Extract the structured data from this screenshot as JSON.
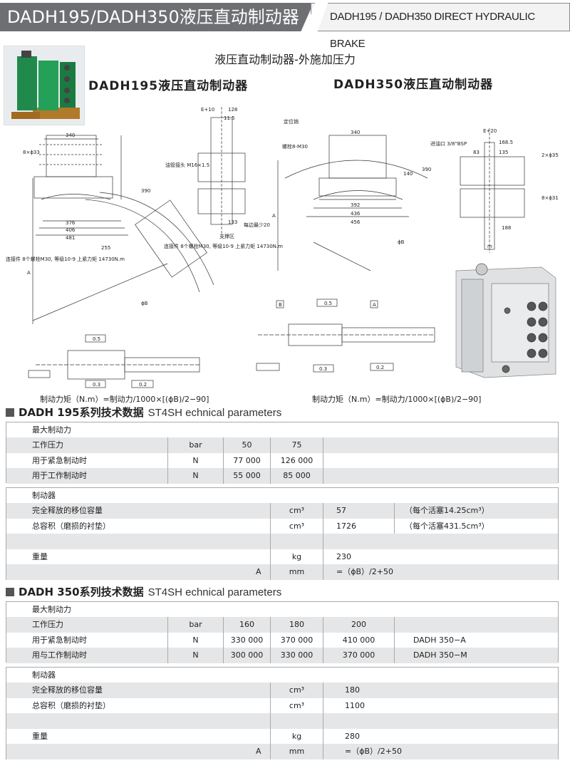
{
  "header": {
    "title_cn": "DADH195/DADH350液压直动制动器",
    "title_en": "DADH195 / DADH350 DIRECT HYDRAULIC BRAKE"
  },
  "main_title": "液压直动制动器-外施加压力",
  "left_title": "DADH195液压直动制动器",
  "right_title": "DADH350液压直动制动器",
  "drawing_labels": {
    "l_340": "340",
    "l_8x33": "8×ϕ33",
    "l_376": "376",
    "l_406": "406",
    "l_481": "481",
    "l_390": "390",
    "l_e10": "E+10",
    "l_128": "128",
    "l_115": "11.5",
    "l_133": "133",
    "l_m16": "油管接头 M16×1.5",
    "l_min20": "每边最少20",
    "l_wear": "支撑区",
    "l_conn": "连接件 8个螺栓M30, 等级10-9 上紧力矩 14730N.m",
    "l_phiB": "ϕB",
    "l_255": "255",
    "l_A": "A",
    "r_340": "340",
    "r_pin": "定位销",
    "r_bolt": "螺栓8-M30",
    "r_392": "392",
    "r_436": "436",
    "r_456": "456",
    "r_390": "390",
    "r_140": "140",
    "r_phiB": "ϕB",
    "r_A": "A",
    "r_e20": "E+20",
    "r_1685": "168.5",
    "r_135": "135",
    "r_83": "83",
    "r_188": "188",
    "r_inlet": "进油口 3/8\"BSP",
    "r_2x35": "2×ϕ35",
    "r_8x31": "8×ϕ31",
    "r_m": "m",
    "tol_05": "0.5",
    "tol_02": "0.2",
    "tol_03": "0.3",
    "tol_B": "B",
    "tol_Ah": "A"
  },
  "formula_left": "制动力矩（N.m）=制动力/1000×[(ϕB)/2−90]",
  "formula_right": "制动力矩（N.m）=制动力/1000×[(ϕB)/2−90]",
  "s195": {
    "title_cn": "DADH 195系列技术数据",
    "title_en": "ST4SH echnical parameters",
    "max_force": "最大制动力",
    "pressure_label": "工作压力",
    "pressure_unit": "bar",
    "p1": "50",
    "p2": "75",
    "emerg_label": "用于紧急制动时",
    "emerg_unit": "N",
    "e1": "77 000",
    "e2": "126 000",
    "work_label": "用于工作制动时",
    "work_unit": "N",
    "w1": "55 000",
    "w2": "85 000",
    "brake": "制动器",
    "disp_label": "完全释放的移位容量",
    "disp_unit": "cm³",
    "disp_val": "57",
    "disp_note": "（每个活塞14.25cm³）",
    "vol_label": "总容积（磨损的衬垫）",
    "vol_unit": "cm³",
    "vol_val": "1726",
    "vol_note": "（每个活塞431.5cm³）",
    "weight_label": "重量",
    "weight_unit": "kg",
    "weight_val": "230",
    "a_label": "A",
    "a_unit": "mm",
    "a_val": "=（ϕB）/2+50"
  },
  "s350": {
    "title_cn": "DADH 350系列技术数据",
    "title_en": "ST4SH echnical parameters",
    "max_force": "最大制动力",
    "pressure_label": "工作压力",
    "pressure_unit": "bar",
    "p1": "160",
    "p2": "180",
    "p3": "200",
    "emerg_label": "用于紧急制动时",
    "emerg_unit": "N",
    "e1": "330 000",
    "e2": "370 000",
    "e3": "410 000",
    "e_model": "DADH 350−A",
    "work_label": "用与工作制动时",
    "work_unit": "N",
    "w1": "300 000",
    "w2": "330 000",
    "w3": "370 000",
    "w_model": "DADH 350−M",
    "brake": "制动器",
    "disp_label": "完全释放的移位容量",
    "disp_unit": "cm³",
    "disp_val": "180",
    "vol_label": "总容积（磨损的衬垫）",
    "vol_unit": "cm³",
    "vol_val": "1100",
    "weight_label": "重量",
    "weight_unit": "kg",
    "weight_val": "280",
    "a_label": "A",
    "a_unit": "mm",
    "a_val": "=（ϕB）/2+50"
  }
}
